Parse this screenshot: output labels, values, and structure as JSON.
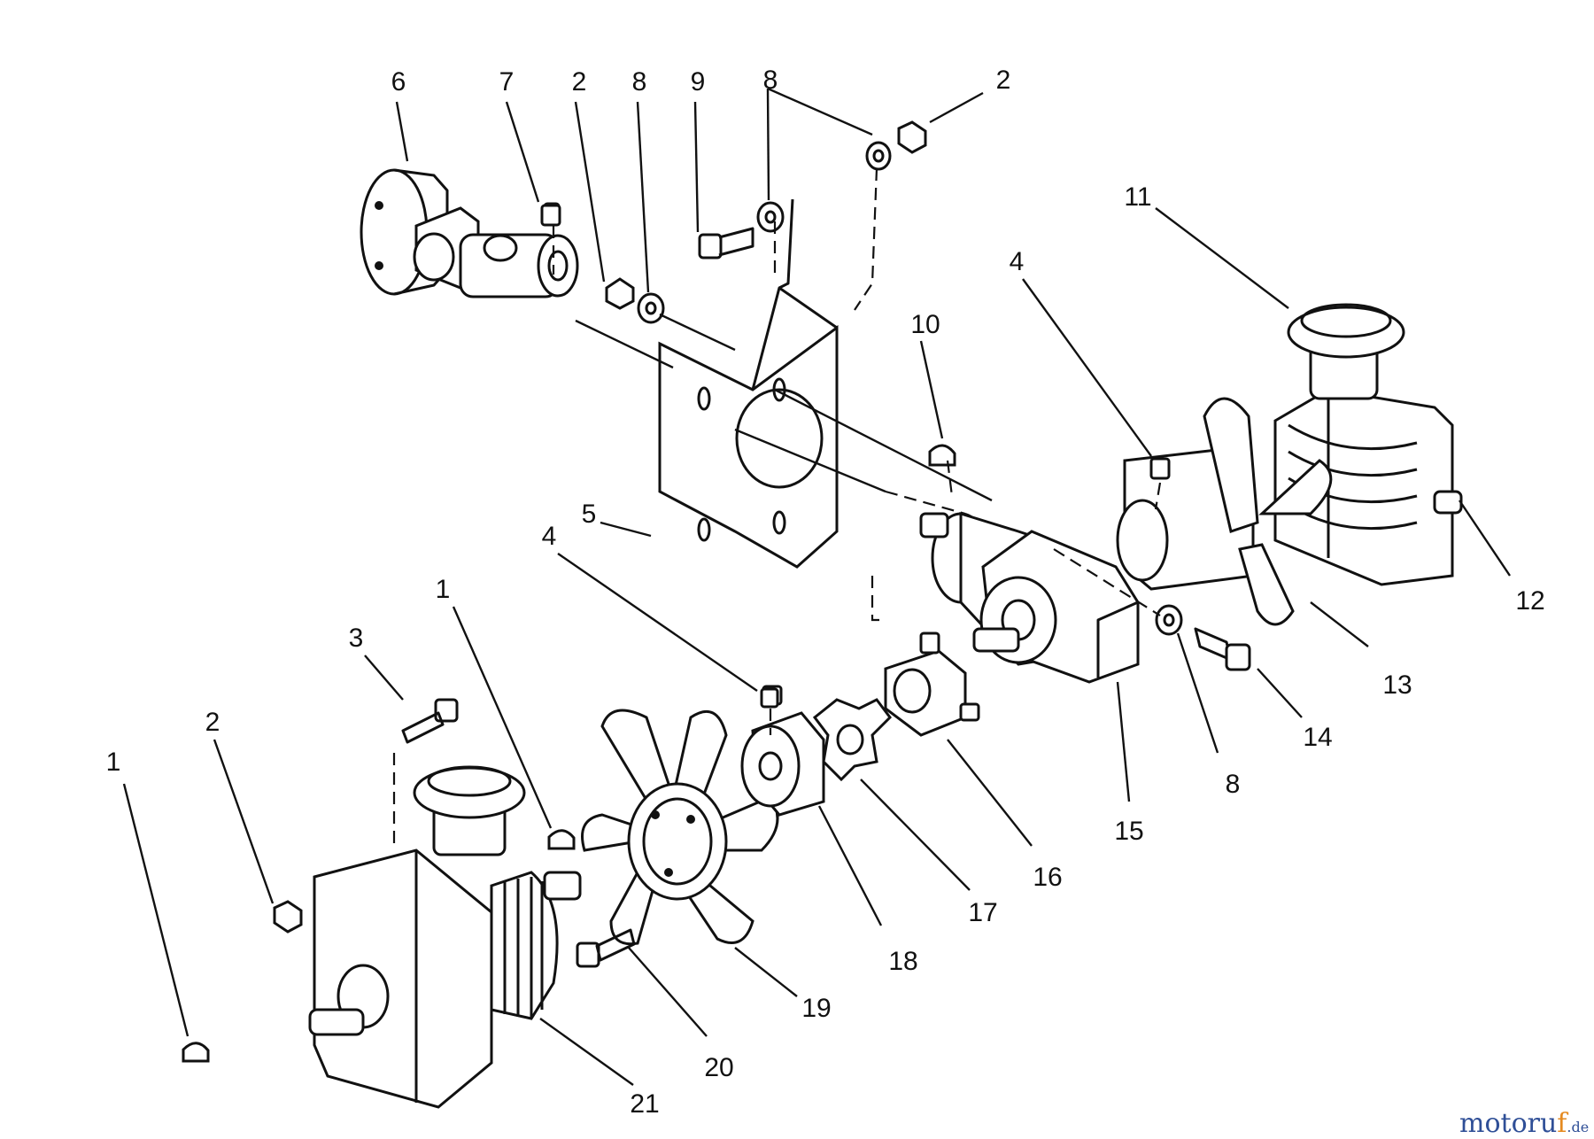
{
  "callouts": [
    "1",
    "1",
    "2",
    "2",
    "2",
    "3",
    "4",
    "4",
    "5",
    "6",
    "7",
    "8",
    "8",
    "8",
    "9",
    "10",
    "11",
    "12",
    "13",
    "14",
    "15",
    "16",
    "17",
    "18",
    "19",
    "20",
    "21"
  ],
  "watermark": {
    "main": "motoru",
    "accent": "f",
    "suffix": ".de",
    "colors": {
      "main": "#2f4f97",
      "accent": "#e58a1f"
    }
  },
  "icons": [
    "pto-universal-joint",
    "mounting-bracket",
    "gearbox",
    "cooling-fan",
    "coupler-half",
    "coupler-spider",
    "hex-bolt",
    "hex-nut",
    "washer",
    "woodruff-key",
    "set-screw"
  ]
}
